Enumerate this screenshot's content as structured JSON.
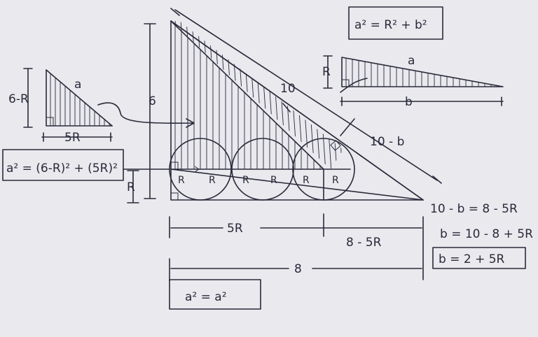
{
  "left_triangle": {
    "side_label": "6-R",
    "hyp_label": "a",
    "base_label": "5R"
  },
  "left_equation": {
    "text": "a² = (6-R)² + (5R)²"
  },
  "top_equation": {
    "text": "a² = R² + b²"
  },
  "small_triangle": {
    "side_label": "R",
    "hyp_label": "a",
    "base_label": "b"
  },
  "main_figure": {
    "height_label": "6",
    "hyp_label": "10",
    "segment_label": "10 - b",
    "radius_label": "R",
    "circle_radius_labels": [
      "R",
      "R",
      "R",
      "R",
      "R",
      "R"
    ],
    "dim_left": "5R",
    "dim_right": "8 - 5R",
    "dim_total": "8"
  },
  "steps": [
    "10 - b = 8 - 5R",
    "b = 10 - 8 + 5R",
    "b = 2 + 5R"
  ],
  "bottom_equation": {
    "text": "a² = a²"
  }
}
